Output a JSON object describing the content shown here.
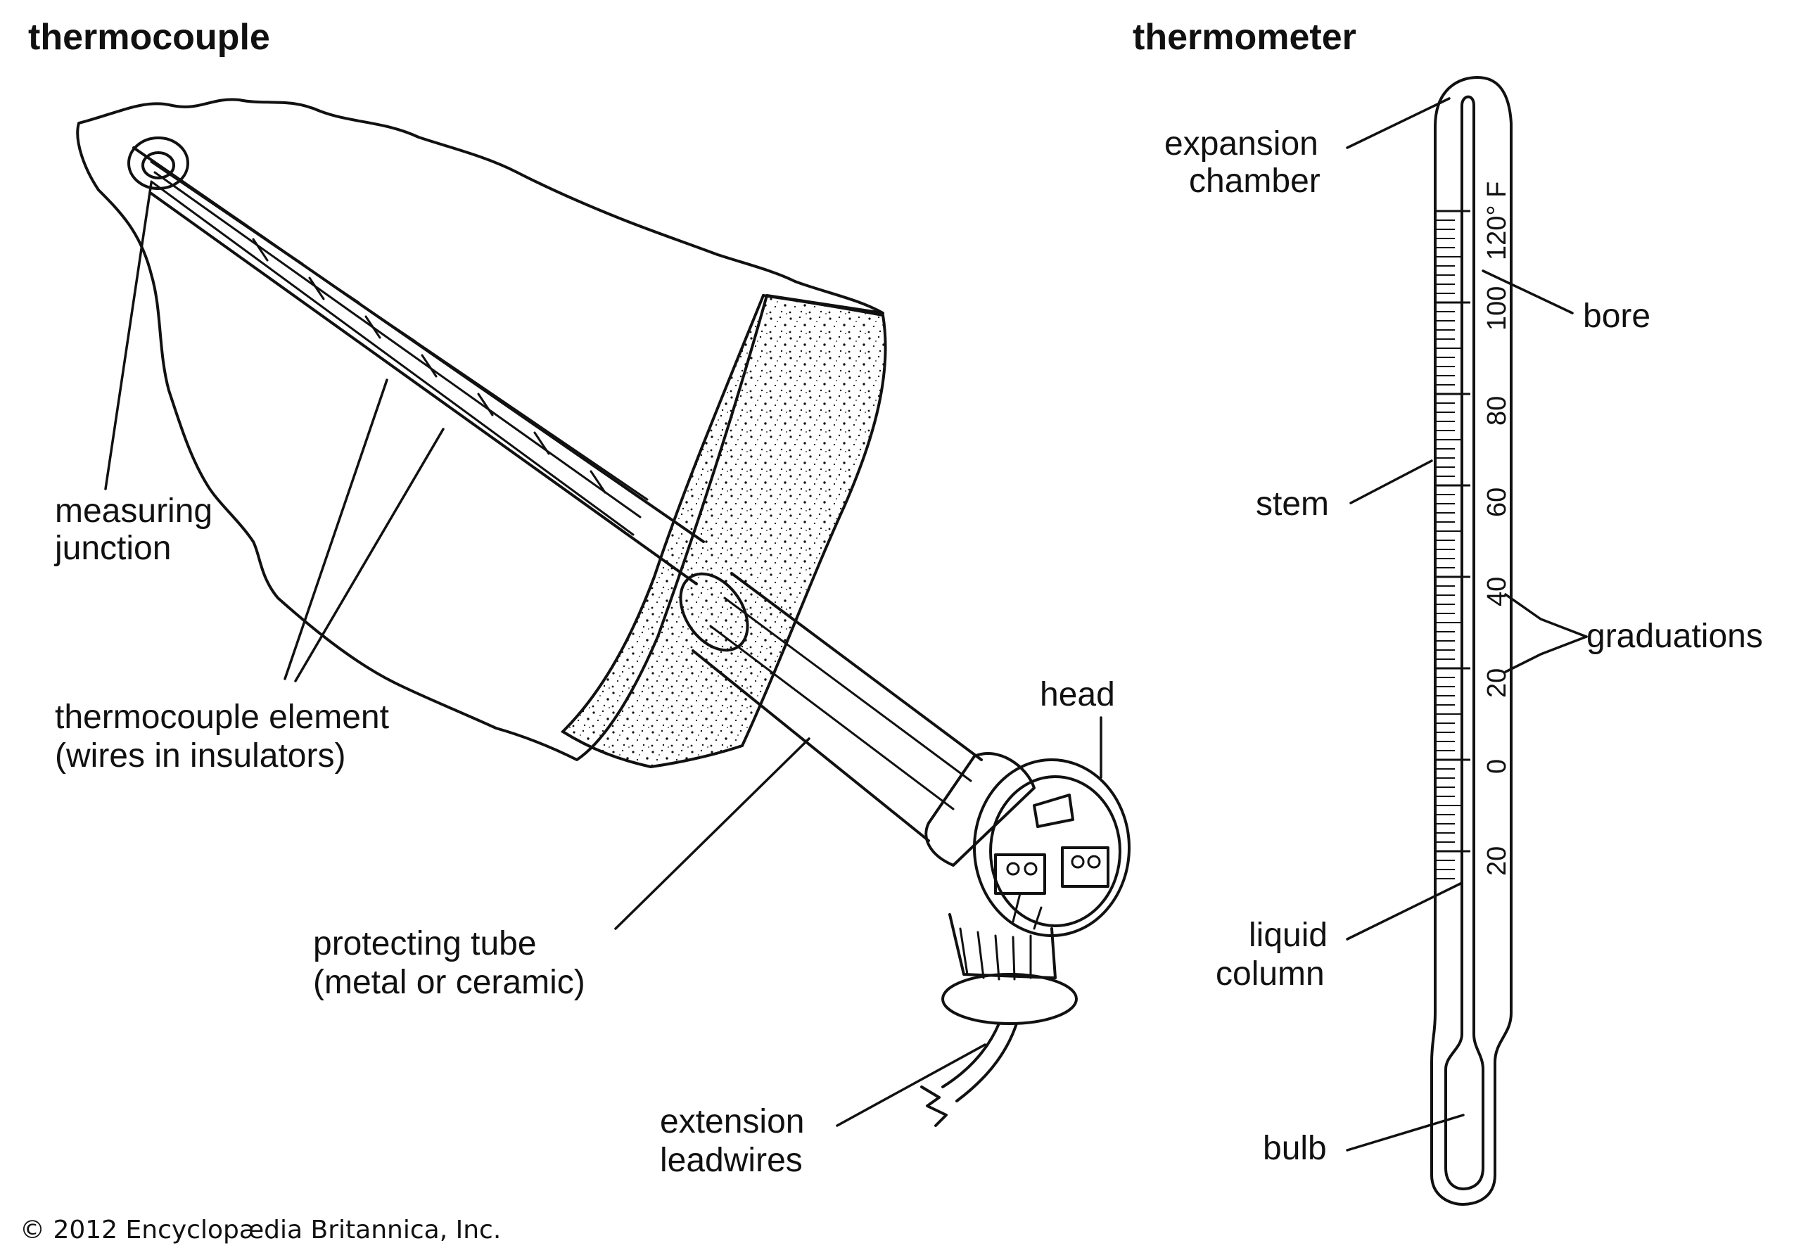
{
  "thermocouple": {
    "heading": "thermocouple",
    "labels": {
      "measuring_junction": [
        "measuring",
        "junction"
      ],
      "element": [
        "thermocouple element",
        "(wires in insulators)"
      ],
      "protecting_tube": [
        "protecting tube",
        "(metal or ceramic)"
      ],
      "head": "head",
      "extension_leadwires": [
        "extension",
        "leadwires"
      ]
    }
  },
  "thermometer": {
    "heading": "thermometer",
    "labels": {
      "expansion_chamber": [
        "expansion",
        "chamber"
      ],
      "bore": "bore",
      "stem": "stem",
      "graduations": "graduations",
      "liquid_column": [
        "liquid",
        "column"
      ],
      "bulb": "bulb"
    },
    "scale_labels": [
      "120° F",
      "100",
      "80",
      "60",
      "40",
      "20",
      "0",
      "20"
    ]
  },
  "copyright": "© 2012 Encyclopædia Britannica, Inc."
}
